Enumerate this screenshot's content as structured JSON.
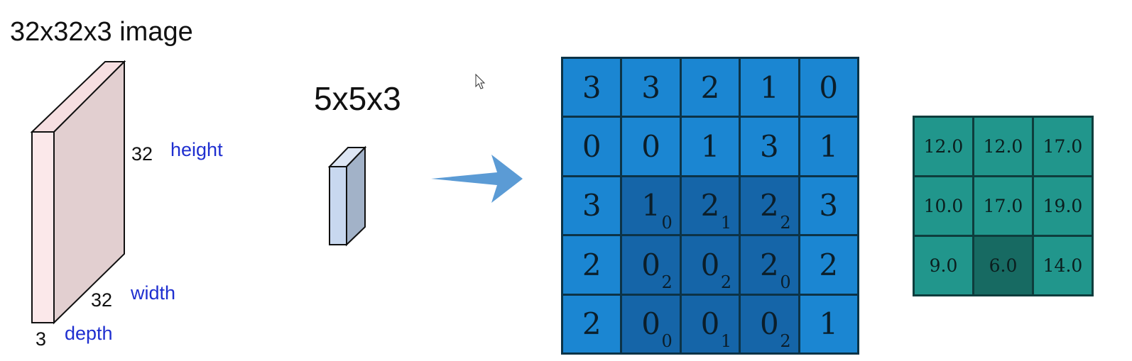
{
  "image_title": "32x32x3 image",
  "volume": {
    "height_value": "32",
    "height_label": "height",
    "width_value": "32",
    "width_label": "width",
    "depth_value": "3",
    "depth_label": "depth"
  },
  "filter_title": "5x5x3",
  "colors": {
    "volume_front": "#fbe8ea",
    "volume_side": "#e2cfd0",
    "filter_front": "#c8d8ef",
    "filter_side": "#a2b2c8",
    "arrow": "#5b9bd5",
    "input_cell": "#1b86d2",
    "input_kernel_cell": "#1565a8",
    "output_cell": "#21968c",
    "output_highlight": "#176a62",
    "label_blue": "#1f2fd0"
  },
  "input_grid": {
    "values": [
      [
        "3",
        "3",
        "2",
        "1",
        "0"
      ],
      [
        "0",
        "0",
        "1",
        "3",
        "1"
      ],
      [
        "3",
        "1",
        "2",
        "2",
        "3"
      ],
      [
        "2",
        "0",
        "0",
        "2",
        "2"
      ],
      [
        "2",
        "0",
        "0",
        "0",
        "1"
      ]
    ],
    "kernel_weights": [
      [
        "",
        "",
        "",
        "",
        ""
      ],
      [
        "",
        "",
        "",
        "",
        ""
      ],
      [
        "",
        "0",
        "1",
        "2",
        ""
      ],
      [
        "",
        "2",
        "2",
        "0",
        ""
      ],
      [
        "",
        "0",
        "1",
        "2",
        ""
      ]
    ]
  },
  "output_grid": {
    "values": [
      [
        "12.0",
        "12.0",
        "17.0"
      ],
      [
        "10.0",
        "17.0",
        "19.0"
      ],
      [
        "9.0",
        "6.0",
        "14.0"
      ]
    ],
    "highlighted": [
      [
        2,
        1
      ]
    ]
  }
}
